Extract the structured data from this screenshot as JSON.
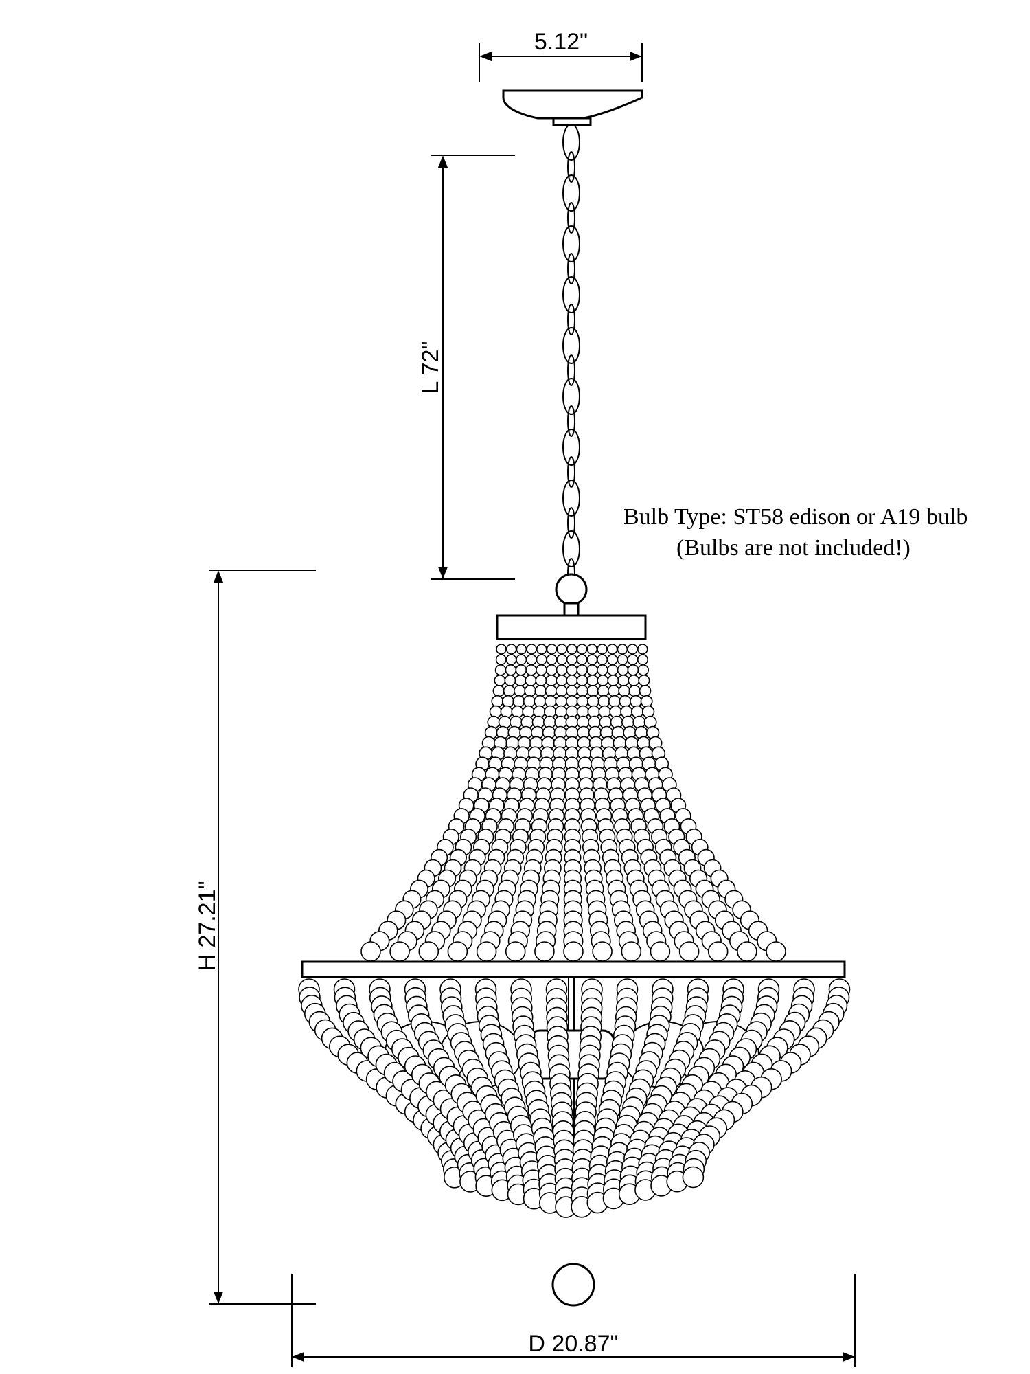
{
  "dimensions": {
    "canopy_width": "5.12\"",
    "chain_length": "L 72\"",
    "height": "H 27.21\"",
    "diameter": "D 20.87\""
  },
  "note": {
    "line1": "Bulb Type: ST58 edison or A19 bulb",
    "line2": "(Bulbs are not included!)"
  }
}
